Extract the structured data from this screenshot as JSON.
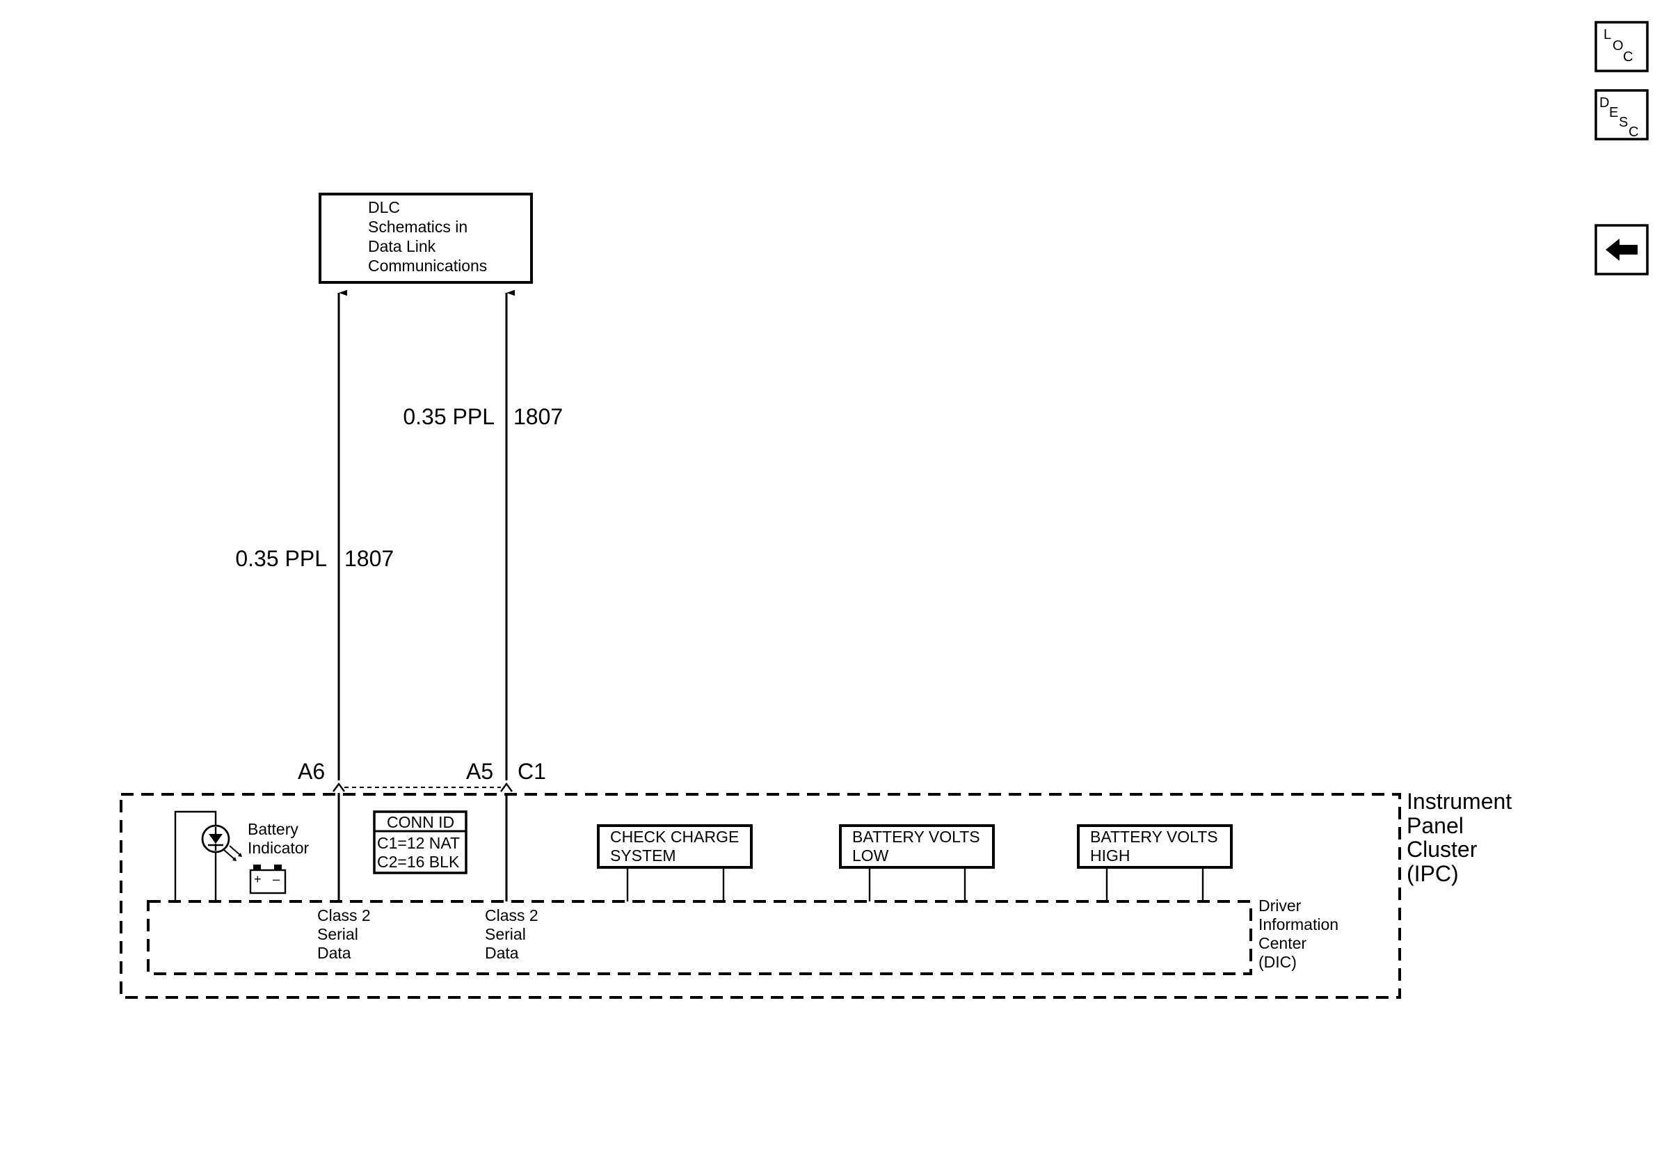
{
  "nav": {
    "loc": {
      "l1": "L",
      "l2": "O",
      "l3": "C"
    },
    "desc": {
      "l1": "D",
      "l2": "E",
      "l3": "S",
      "l4": "C"
    },
    "back_icon": "left-arrow-icon"
  },
  "dlc": {
    "lines": [
      "DLC",
      "Schematics in",
      "Data Link",
      "Communications"
    ]
  },
  "wires": {
    "left": {
      "gauge_color": "0.35 PPL",
      "circuit": "1807"
    },
    "right": {
      "gauge_color": "0.35 PPL",
      "circuit": "1807"
    }
  },
  "pins": {
    "a6": "A6",
    "a5": "A5",
    "c1": "C1"
  },
  "battery_indicator": {
    "lines": [
      "Battery",
      "Indicator"
    ],
    "plus": "+",
    "minus": "–"
  },
  "conn_id": {
    "title": "CONN ID",
    "c1": "C1=12 NAT",
    "c2": "C2=16 BLK"
  },
  "messages": {
    "check_charge": [
      "CHECK CHARGE",
      "SYSTEM"
    ],
    "volts_low": [
      "BATTERY VOLTS",
      "LOW"
    ],
    "volts_high": [
      "BATTERY VOLTS",
      "HIGH"
    ]
  },
  "serial_left": [
    "Class 2",
    "Serial",
    "Data"
  ],
  "serial_right": [
    "Class 2",
    "Serial",
    "Data"
  ],
  "dic": [
    "Driver",
    "Information",
    "Center",
    "(DIC)"
  ],
  "ipc": [
    "Instrument",
    "Panel",
    "Cluster",
    "(IPC)"
  ]
}
